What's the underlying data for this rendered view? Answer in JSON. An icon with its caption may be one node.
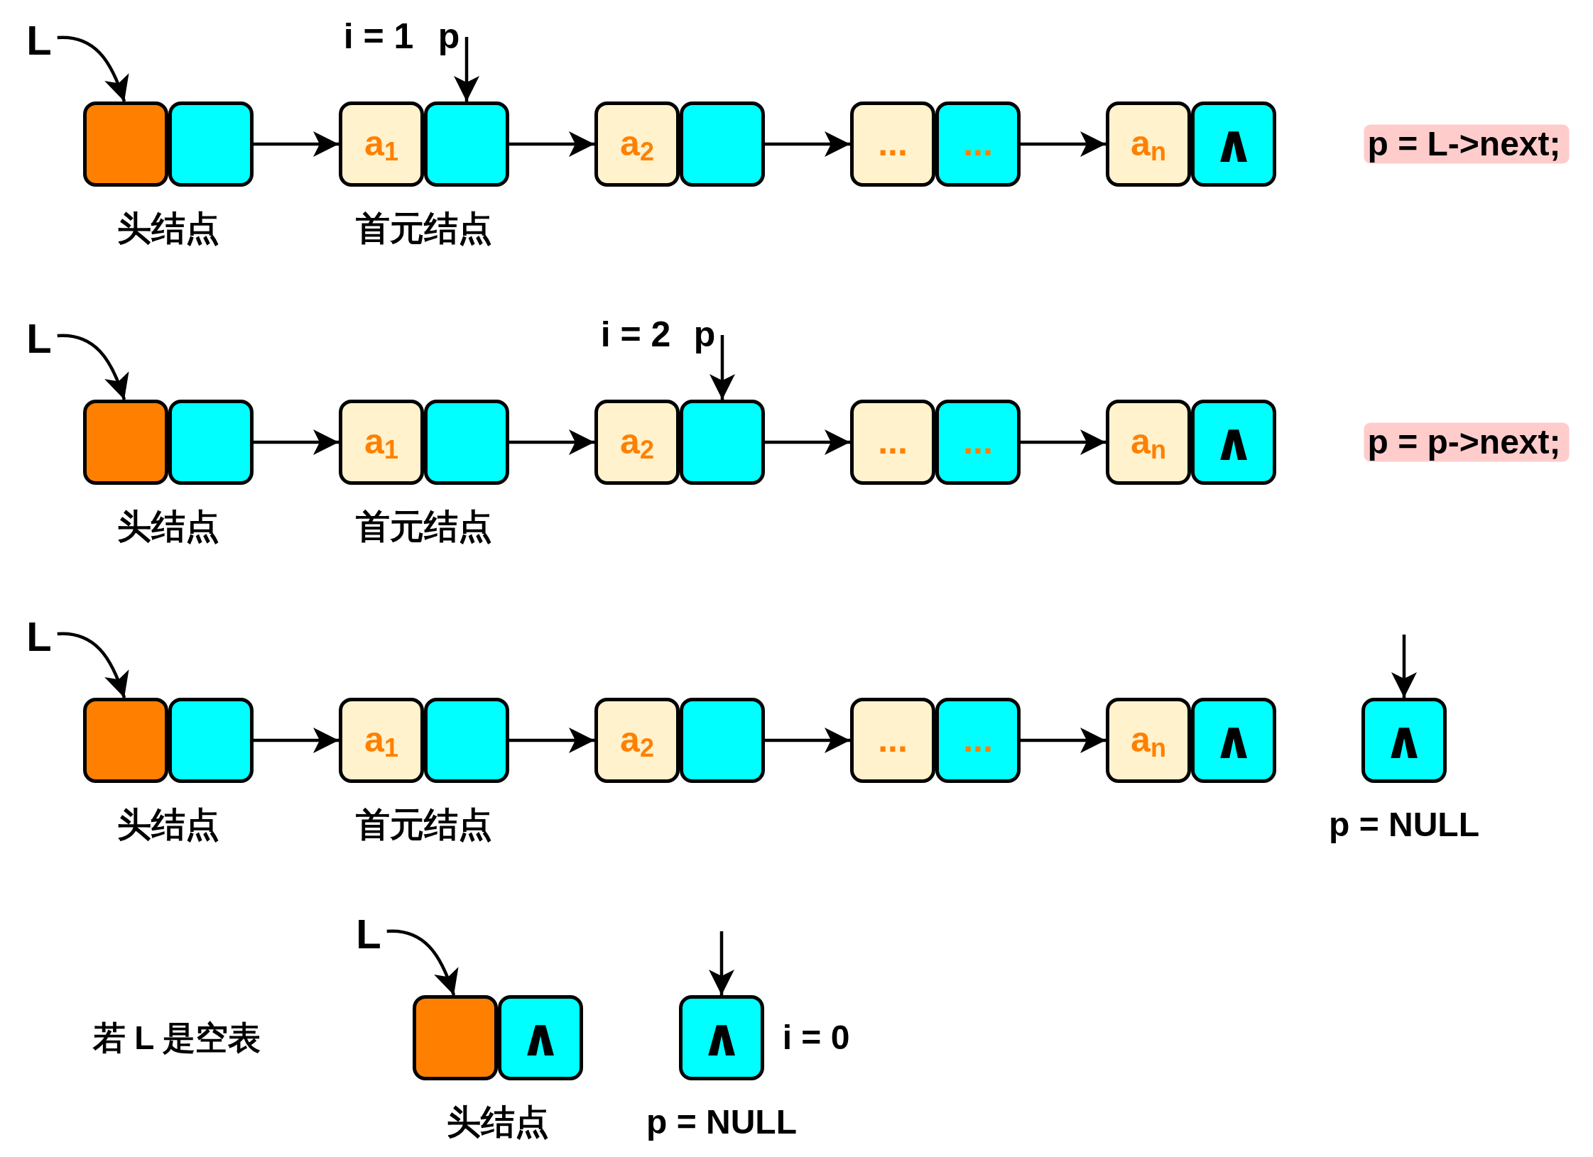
{
  "diagram": {
    "nodes": [
      {
        "text": [
          "L"
        ]
      },
      {
        "text": [
          "p"
        ]
      },
      {
        "text": [],
        "shape": "box"
      },
      {
        "text": [],
        "shape": "box"
      },
      {
        "text": [
          "a$_{1}$"
        ]
      },
      {
        "text": [],
        "shape": "box"
      },
      {
        "text": [
          "a$_{2}$"
        ]
      },
      {
        "text": [],
        "shape": "box"
      },
      {
        "text": [
          "..."
        ]
      },
      {
        "text": [
          "..."
        ]
      },
      {
        "text": [
          "a$_{n}$"
        ]
      },
      {
        "text": [
          "∧"
        ]
      },
      {
        "text": [
          "p = L->next;"
        ]
      },
      {
        "text": [
          "L"
        ]
      },
      {
        "text": [
          "p"
        ]
      },
      {
        "text": [],
        "shape": "box"
      },
      {
        "text": [],
        "shape": "box"
      },
      {
        "text": [
          "a$_{1}$"
        ]
      },
      {
        "text": [],
        "shape": "box"
      },
      {
        "text": [
          "a$_{2}$"
        ]
      },
      {
        "text": [],
        "shape": "box"
      },
      {
        "text": [
          "..."
        ]
      },
      {
        "text": [
          "..."
        ]
      },
      {
        "text": [
          "a$_{n}$"
        ]
      },
      {
        "text": [
          "∧"
        ]
      },
      {
        "text": [
          "p = p->next;"
        ]
      },
      {
        "text": [
          "L"
        ]
      },
      {
        "text": [],
        "shape": "box"
      },
      {
        "text": [],
        "shape": "box"
      },
      {
        "text": [
          "a$_{1}$"
        ]
      },
      {
        "text": [],
        "shape": "box"
      },
      {
        "text": [
          "a$_{2}$"
        ]
      },
      {
        "text": [],
        "shape": "box"
      },
      {
        "text": [
          "..."
        ]
      },
      {
        "text": [
          "..."
        ]
      },
      {
        "text": [
          "a$_{n}$"
        ]
      },
      {
        "text": [
          "∧"
        ]
      },
      {
        "text": [
          "∧"
        ],
        "beside": [
          "p = NULL"
        ]
      },
      {
        "text": [
          "L"
        ]
      },
      {
        "text": [],
        "shape": "box"
      },
      {
        "text": [
          "∧"
        ]
      },
      {
        "text": [
          "∧"
        ],
        "beside": [
          "i = 0",
          "p = NULL"
        ]
      }
    ],
    "edges": [
      {
        "from": 0,
        "to": 2,
        "arrow": "to"
      },
      {
        "from": 1,
        "to": 5,
        "arrow": "to"
      },
      {
        "from": 3,
        "to": 4,
        "arrow": "to"
      },
      {
        "from": 5,
        "to": 6,
        "arrow": "to"
      },
      {
        "from": 7,
        "to": 8,
        "arrow": "to"
      },
      {
        "from": 9,
        "to": 10,
        "arrow": "to"
      },
      {
        "from": 13,
        "to": 15,
        "arrow": "to"
      },
      {
        "from": 14,
        "to": 20,
        "arrow": "to"
      },
      {
        "from": 16,
        "to": 17,
        "arrow": "to"
      },
      {
        "from": 18,
        "to": 19,
        "arrow": "to"
      },
      {
        "from": 20,
        "to": 21,
        "arrow": "to"
      },
      {
        "from": 22,
        "to": 23,
        "arrow": "to"
      },
      {
        "from": 26,
        "to": 27,
        "arrow": "to"
      },
      {
        "from": 28,
        "to": 29,
        "arrow": "to"
      },
      {
        "from": 30,
        "to": 31,
        "arrow": "to"
      },
      {
        "from": 32,
        "to": 33,
        "arrow": "to"
      },
      {
        "from": 34,
        "to": 35,
        "arrow": "to"
      },
      {
        "from": null,
        "to": 37,
        "arrow": "to"
      },
      {
        "from": 38,
        "to": 39,
        "arrow": "to"
      },
      {
        "from": null,
        "to": 41,
        "arrow": "to"
      }
    ],
    "labels": [
      "i = 1",
      "头结点",
      "首元结点",
      "i = 2",
      "头结点",
      "首元结点",
      "头结点",
      "首元结点",
      "若 L 是空表",
      "头结点"
    ]
  }
}
